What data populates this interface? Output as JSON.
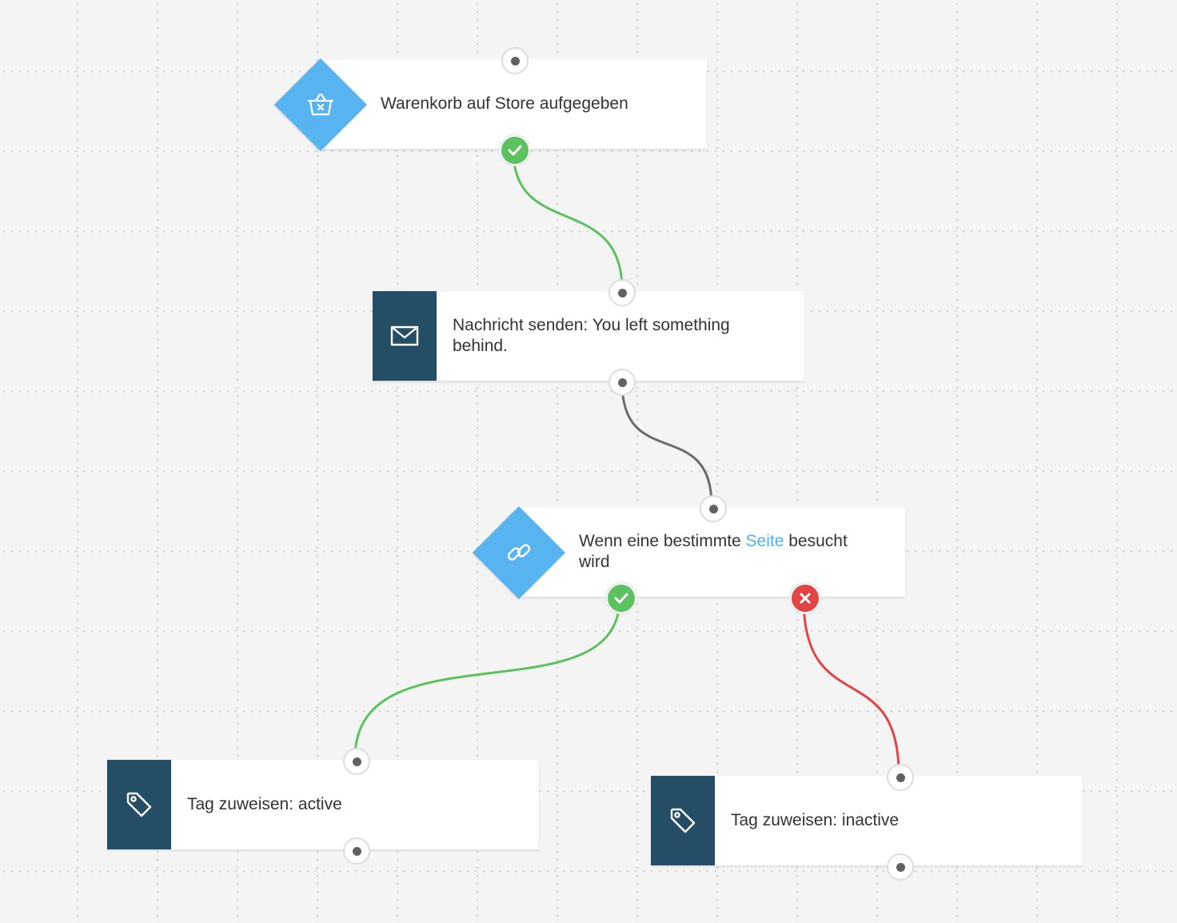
{
  "workflow": {
    "nodes": [
      {
        "id": "trigger",
        "type": "trigger",
        "icon": "basket-remove-icon",
        "label": "Warenkorb auf Store aufgegeben"
      },
      {
        "id": "send-message",
        "type": "action",
        "icon": "envelope-icon",
        "label": "Nachricht senden: You left something behind."
      },
      {
        "id": "condition",
        "type": "condition",
        "icon": "link-icon",
        "label_before": "Wenn eine bestimmte ",
        "label_link": "Seite",
        "label_after": " besucht wird"
      },
      {
        "id": "tag-active",
        "type": "action",
        "icon": "tag-icon",
        "label": "Tag zuweisen: active"
      },
      {
        "id": "tag-inactive",
        "type": "action",
        "icon": "tag-icon",
        "label": "Tag zuweisen: inactive"
      }
    ],
    "connections": [
      {
        "from": "trigger",
        "to": "send-message",
        "outcome": "yes"
      },
      {
        "from": "send-message",
        "to": "condition",
        "outcome": "default"
      },
      {
        "from": "condition",
        "to": "tag-active",
        "outcome": "yes"
      },
      {
        "from": "condition",
        "to": "tag-inactive",
        "outcome": "no"
      }
    ]
  },
  "colors": {
    "trigger_blue": "#57b4f0",
    "action_navy": "#244e66",
    "yes_green": "#5cc15f",
    "no_red": "#e04444",
    "default_gray": "#6b6b6b",
    "link_text": "#4db2ec",
    "canvas": "#f4f4f4"
  }
}
